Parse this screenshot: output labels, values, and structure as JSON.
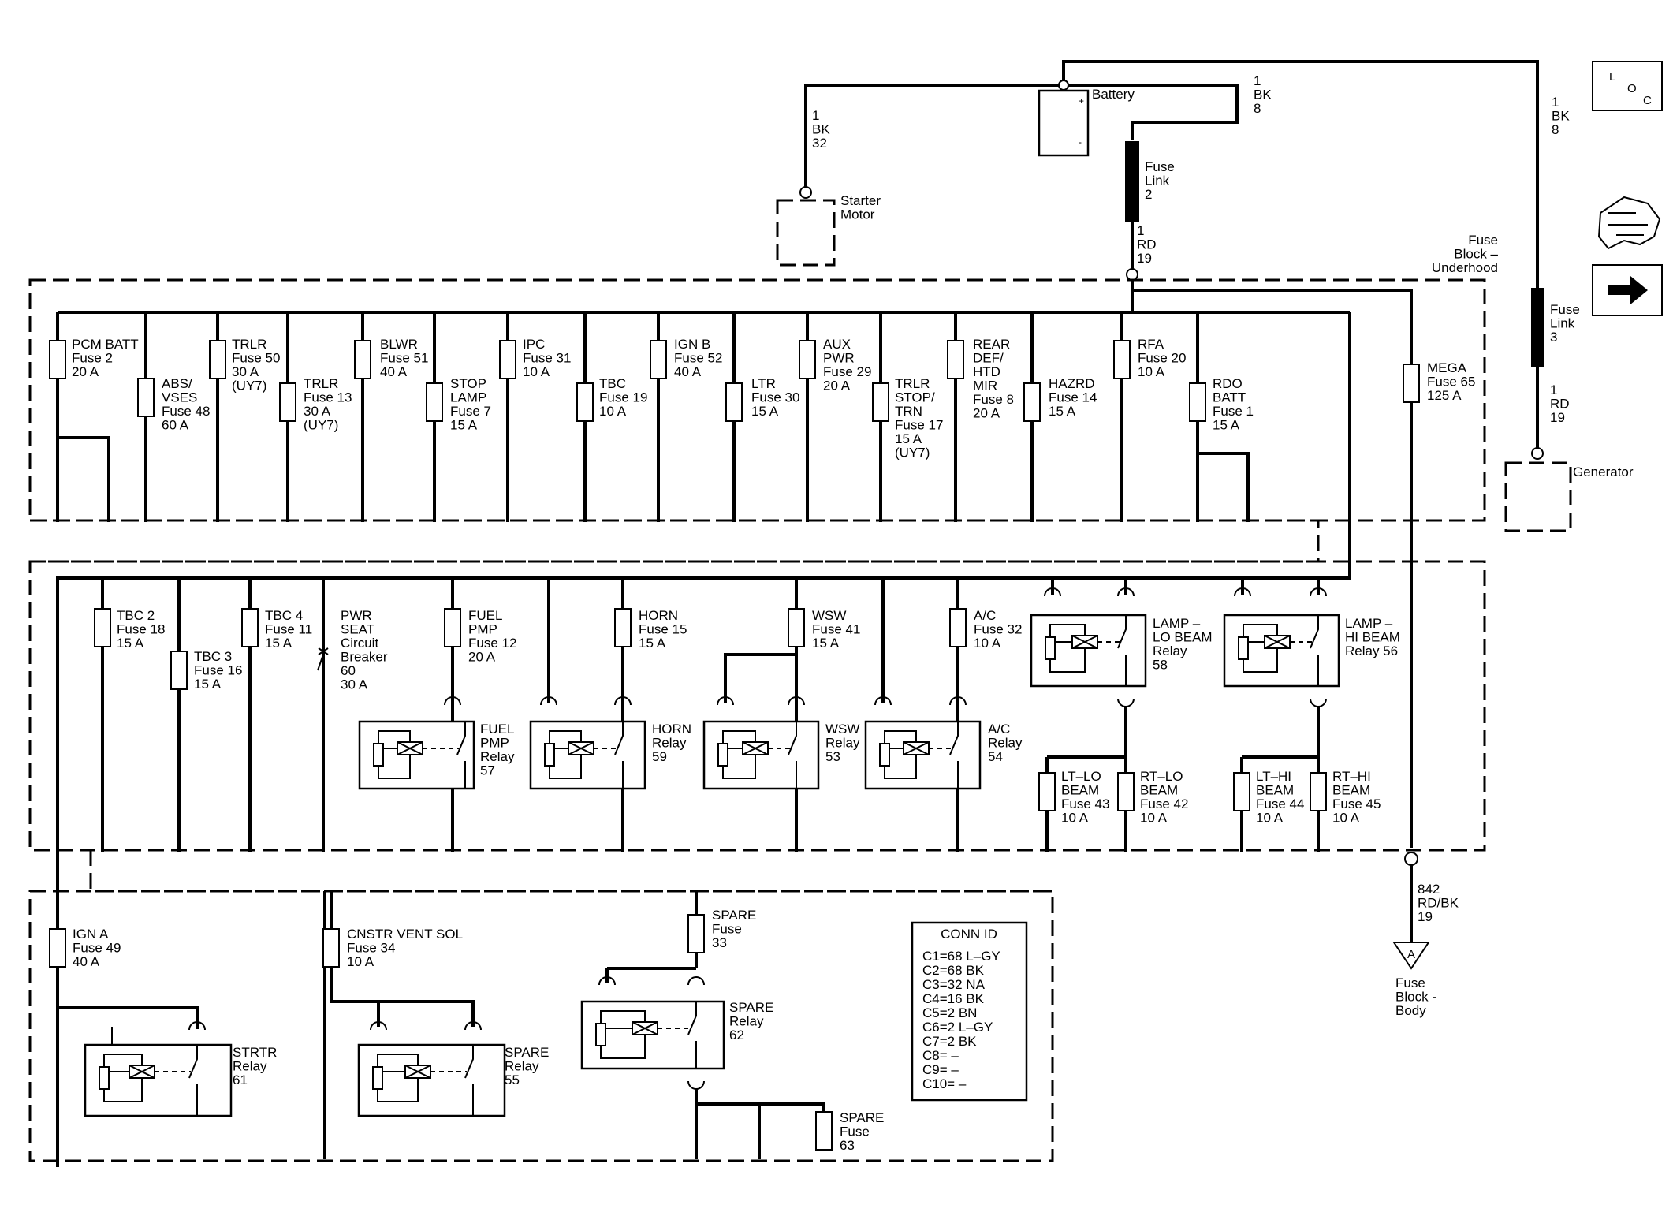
{
  "top": {
    "battery": "Battery",
    "bat_plus": "+",
    "bat_minus": "-",
    "starter_wire": [
      "1",
      "BK",
      "32"
    ],
    "starter": [
      "Starter",
      "Motor"
    ],
    "bat_wire_right": [
      "1",
      "BK",
      "8"
    ],
    "fuse_link_2": [
      "Fuse",
      "Link",
      "2"
    ],
    "rd_wire_19": [
      "1",
      "RD",
      "19"
    ],
    "gen_bk_wire": [
      "1",
      "BK",
      "8"
    ],
    "fuse_link_3": [
      "Fuse",
      "Link",
      "3"
    ],
    "gen_rd_wire": [
      "1",
      "RD",
      "19"
    ],
    "generator": "Generator",
    "block_label": [
      "Fuse",
      "Block –",
      "Underhood"
    ]
  },
  "loc": {
    "l": "L",
    "o": "O",
    "c": "C"
  },
  "upper_fuses": [
    [
      "PCM BATT",
      "Fuse 2",
      "20 A"
    ],
    [
      "ABS/",
      "VSES",
      "Fuse 48",
      "60 A"
    ],
    [
      "TRLR",
      "Fuse 50",
      "30 A",
      "(UY7)"
    ],
    [
      "TRLR",
      "Fuse 13",
      "30 A",
      "(UY7)"
    ],
    [
      "BLWR",
      "Fuse 51",
      "40 A"
    ],
    [
      "STOP",
      "LAMP",
      "Fuse 7",
      "15 A"
    ],
    [
      "IPC",
      "Fuse 31",
      "10 A"
    ],
    [
      "TBC",
      "Fuse 19",
      "10 A"
    ],
    [
      "IGN B",
      "Fuse 52",
      "40 A"
    ],
    [
      "LTR",
      "Fuse 30",
      "15 A"
    ],
    [
      "AUX",
      "PWR",
      "Fuse 29",
      "20 A"
    ],
    [
      "TRLR",
      "STOP/",
      "TRN",
      "Fuse 17",
      "15 A",
      "(UY7)"
    ],
    [
      "REAR",
      "DEF/",
      "HTD",
      "MIR",
      "Fuse 8",
      "20 A"
    ],
    [
      "HAZRD",
      "Fuse 14",
      "15 A"
    ],
    [
      "RFA",
      "Fuse 20",
      "10 A"
    ],
    [
      "RDO",
      "BATT",
      "Fuse 1",
      "15 A"
    ],
    [
      "MEGA",
      "Fuse 65",
      "125 A"
    ]
  ],
  "middle_fuses": [
    [
      "TBC 2",
      "Fuse 18",
      "15 A"
    ],
    [
      "TBC 3",
      "Fuse 16",
      "15 A"
    ],
    [
      "TBC 4",
      "Fuse 11",
      "15 A"
    ],
    [
      "PWR",
      "SEAT",
      "Circuit",
      "Breaker",
      "60",
      "30 A"
    ],
    [
      "FUEL",
      "PMP",
      "Fuse 12",
      "20 A"
    ],
    [
      "HORN",
      "Fuse 15",
      "15 A"
    ],
    [
      "WSW",
      "Fuse 41",
      "15 A"
    ],
    [
      "A/C",
      "Fuse 32",
      "10 A"
    ]
  ],
  "middle_relays": [
    [
      "FUEL",
      "PMP",
      "Relay",
      "57"
    ],
    [
      "HORN",
      "Relay",
      "59"
    ],
    [
      "WSW",
      "Relay",
      "53"
    ],
    [
      "A/C",
      "Relay",
      "54"
    ],
    [
      "LAMP –",
      "LO BEAM",
      "Relay",
      "58"
    ],
    [
      "LAMP –",
      "HI BEAM",
      "Relay 56"
    ]
  ],
  "beam_fuses": [
    [
      "LT–LO",
      "BEAM",
      "Fuse 43",
      "10 A"
    ],
    [
      "RT–LO",
      "BEAM",
      "Fuse 42",
      "10 A"
    ],
    [
      "LT–HI",
      "BEAM",
      "Fuse 44",
      "10 A"
    ],
    [
      "RT–HI",
      "BEAM",
      "Fuse 45",
      "10 A"
    ]
  ],
  "output": {
    "wire": [
      "842",
      "RD/BK",
      "19"
    ],
    "connector": "A",
    "dest": [
      "Fuse",
      "Block -",
      "Body"
    ]
  },
  "lower_fuses": [
    [
      "IGN A",
      "Fuse 49",
      "40 A"
    ],
    [
      "CNSTR VENT SOL",
      "Fuse 34",
      "10 A"
    ],
    [
      "SPARE",
      "Fuse",
      "33"
    ],
    [
      "SPARE",
      "Fuse",
      "63"
    ]
  ],
  "lower_relays": [
    [
      "STRTR",
      "Relay",
      "61"
    ],
    [
      "SPARE",
      "Relay",
      "55"
    ],
    [
      "SPARE",
      "Relay",
      "62"
    ]
  ],
  "conn_id": {
    "title": "CONN ID",
    "rows": [
      "C1=68 L–GY",
      "C2=68 BK",
      "C3=32 NA",
      "C4=16 BK",
      "C5=2 BN",
      "C6=2 L–GY",
      "C7=2 BK",
      "C8= –",
      "C9= –",
      "C10= –"
    ]
  }
}
